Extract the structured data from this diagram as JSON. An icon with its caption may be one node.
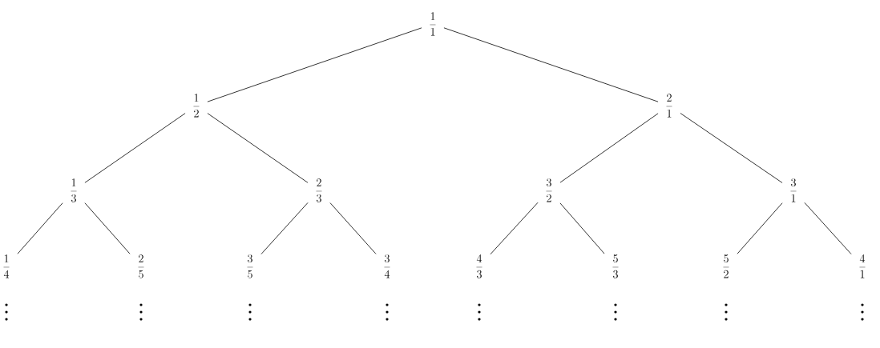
{
  "diagram": {
    "nodes": [
      {
        "text": [
          "\\frac{1}{1}"
        ]
      },
      {
        "text": [
          "\\frac{1}{2}"
        ]
      },
      {
        "text": [
          "\\frac{2}{1}"
        ]
      },
      {
        "text": [
          "\\frac{1}{3}"
        ]
      },
      {
        "text": [
          "\\frac{2}{3}"
        ]
      },
      {
        "text": [
          "\\frac{3}{2}"
        ]
      },
      {
        "text": [
          "\\frac{3}{1}"
        ]
      },
      {
        "text": [
          "\\frac{1}{4}"
        ]
      },
      {
        "text": [
          "\\frac{2}{5}"
        ]
      },
      {
        "text": [
          "\\frac{3}{5}"
        ]
      },
      {
        "text": [
          "\\frac{3}{4}"
        ]
      },
      {
        "text": [
          "\\frac{4}{3}"
        ]
      },
      {
        "text": [
          "\\frac{5}{3}"
        ]
      },
      {
        "text": [
          "\\frac{5}{2}"
        ]
      },
      {
        "text": [
          "\\frac{4}{1}"
        ]
      }
    ],
    "edges": [
      {
        "from": 0,
        "to": 1,
        "arrow": "none"
      },
      {
        "from": 0,
        "to": 2,
        "arrow": "none"
      },
      {
        "from": 1,
        "to": 3,
        "arrow": "none"
      },
      {
        "from": 1,
        "to": 4,
        "arrow": "none"
      },
      {
        "from": 2,
        "to": 5,
        "arrow": "none"
      },
      {
        "from": 2,
        "to": 6,
        "arrow": "none"
      },
      {
        "from": 3,
        "to": 7,
        "arrow": "none"
      },
      {
        "from": 3,
        "to": 8,
        "arrow": "none"
      },
      {
        "from": 4,
        "to": 9,
        "arrow": "none"
      },
      {
        "from": 4,
        "to": 10,
        "arrow": "none"
      },
      {
        "from": 5,
        "to": 11,
        "arrow": "none"
      },
      {
        "from": 5,
        "to": 12,
        "arrow": "none"
      },
      {
        "from": 6,
        "to": 13,
        "arrow": "none"
      },
      {
        "from": 6,
        "to": 14,
        "arrow": "none"
      }
    ]
  }
}
